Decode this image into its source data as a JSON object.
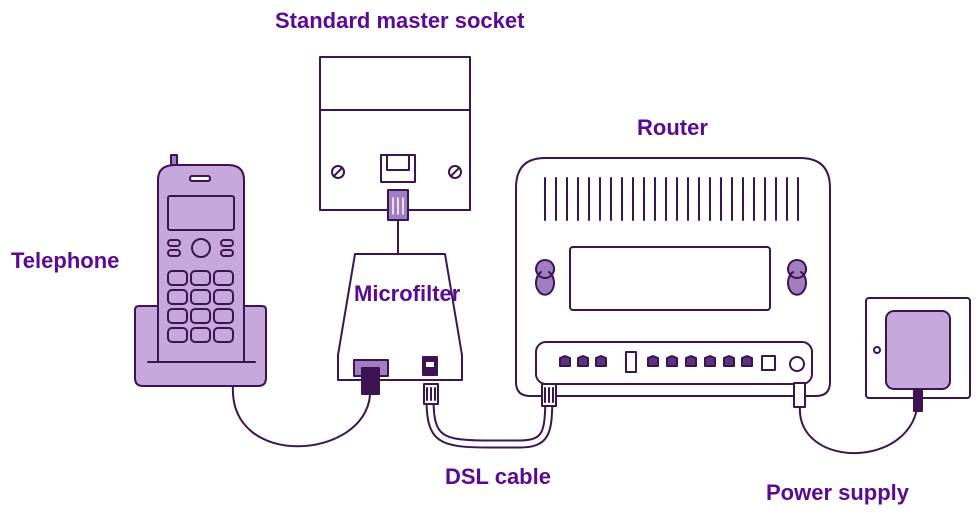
{
  "labels": {
    "socket": "Standard master socket",
    "router": "Router",
    "telephone": "Telephone",
    "microfilter": "Microfilter",
    "dsl_cable": "DSL cable",
    "power_supply": "Power supply"
  },
  "colors": {
    "outline": "#3c1452",
    "fill_light": "#c6a8dc",
    "fill_mid": "#a17ec0",
    "label": "#5b0a91",
    "dark": "#3c1452",
    "bg": "#ffffff"
  }
}
